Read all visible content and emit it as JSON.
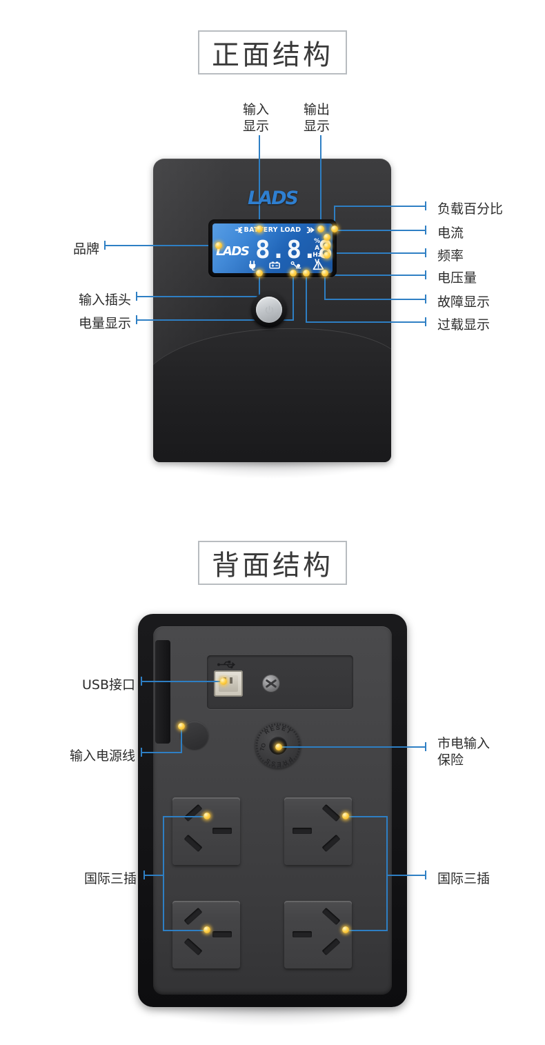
{
  "page": {
    "background": "#ffffff",
    "accent_line_color": "#2e7fc4",
    "dot_color": "#ffd24a",
    "label_text_color": "#2b2b2b"
  },
  "front": {
    "title": "正面结构",
    "brand_logo_text": "LADS",
    "lcd": {
      "header_text": "BATTERY LOAD",
      "brand_text": "LADS",
      "digits": "8.8.8",
      "units": [
        "%",
        "A",
        "Hz",
        "V"
      ],
      "input_arrow_icon": "arrow-in-icon",
      "output_arrow_icon": "arrow-out-icon",
      "status_icons": [
        "plug-icon",
        "battery-icon",
        "overload-icon",
        "warning-triangle-icon"
      ]
    },
    "power_button_icon": "power-icon",
    "labels_top": [
      {
        "id": "input-display",
        "text_line1": "输入",
        "text_line2": "显示"
      },
      {
        "id": "output-display",
        "text_line1": "输出",
        "text_line2": "显示"
      }
    ],
    "labels_left": [
      {
        "id": "brand",
        "text": "品牌"
      },
      {
        "id": "input-plug",
        "text": "输入插头"
      },
      {
        "id": "battery-level-display",
        "text": "电量显示"
      }
    ],
    "labels_right": [
      {
        "id": "load-percentage",
        "text": "负载百分比"
      },
      {
        "id": "current",
        "text": "电流"
      },
      {
        "id": "frequency",
        "text": "频率"
      },
      {
        "id": "voltage",
        "text": "电压量"
      },
      {
        "id": "fault-display",
        "text": "故障显示"
      },
      {
        "id": "overload-display",
        "text": "过载显示"
      }
    ]
  },
  "back": {
    "title": "背面结构",
    "usb_icon": "usb-trident-icon",
    "reset_ring_text_top": "RESET",
    "reset_ring_text_bottom": "PRESS",
    "reset_ring_text_left": "TO",
    "labels_left": [
      {
        "id": "usb-port",
        "text": "USB接口"
      },
      {
        "id": "input-power-cord",
        "text": "输入电源线"
      },
      {
        "id": "socket-left",
        "text": "国际三插"
      }
    ],
    "labels_right": [
      {
        "id": "mains-input-fuse",
        "text_line1": "市电输入",
        "text_line2": "保险"
      },
      {
        "id": "socket-right",
        "text": "国际三插"
      }
    ],
    "outlets": [
      {
        "id": "outlet-top-left"
      },
      {
        "id": "outlet-top-right"
      },
      {
        "id": "outlet-bottom-left"
      },
      {
        "id": "outlet-bottom-right"
      }
    ]
  }
}
